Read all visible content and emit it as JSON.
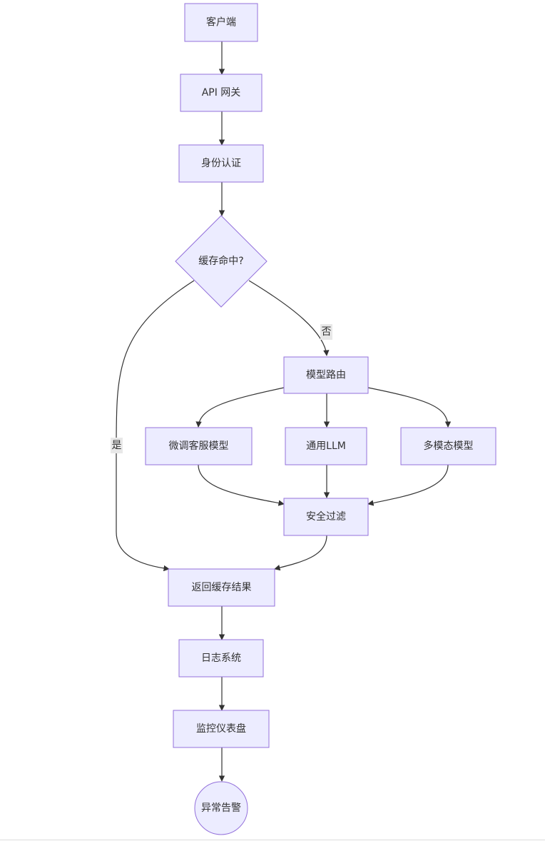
{
  "diagram": {
    "nodes": {
      "client": "客户端",
      "gateway": "API 网关",
      "auth": "身份认证",
      "cache_hit": "缓存命中?",
      "router": "模型路由",
      "finetuned": "微调客服模型",
      "general": "通用LLM",
      "multimodal": "多模态模型",
      "safety": "安全过滤",
      "return_cache": "返回缓存结果",
      "logging": "日志系统",
      "dashboard": "监控仪表盘",
      "alert": "异常告警"
    },
    "edge_labels": {
      "yes": "是",
      "no": "否"
    },
    "colors": {
      "node_fill": "#ececff",
      "node_stroke": "#9370db",
      "edge": "#333333",
      "label_bg": "#e8e8e8"
    }
  }
}
